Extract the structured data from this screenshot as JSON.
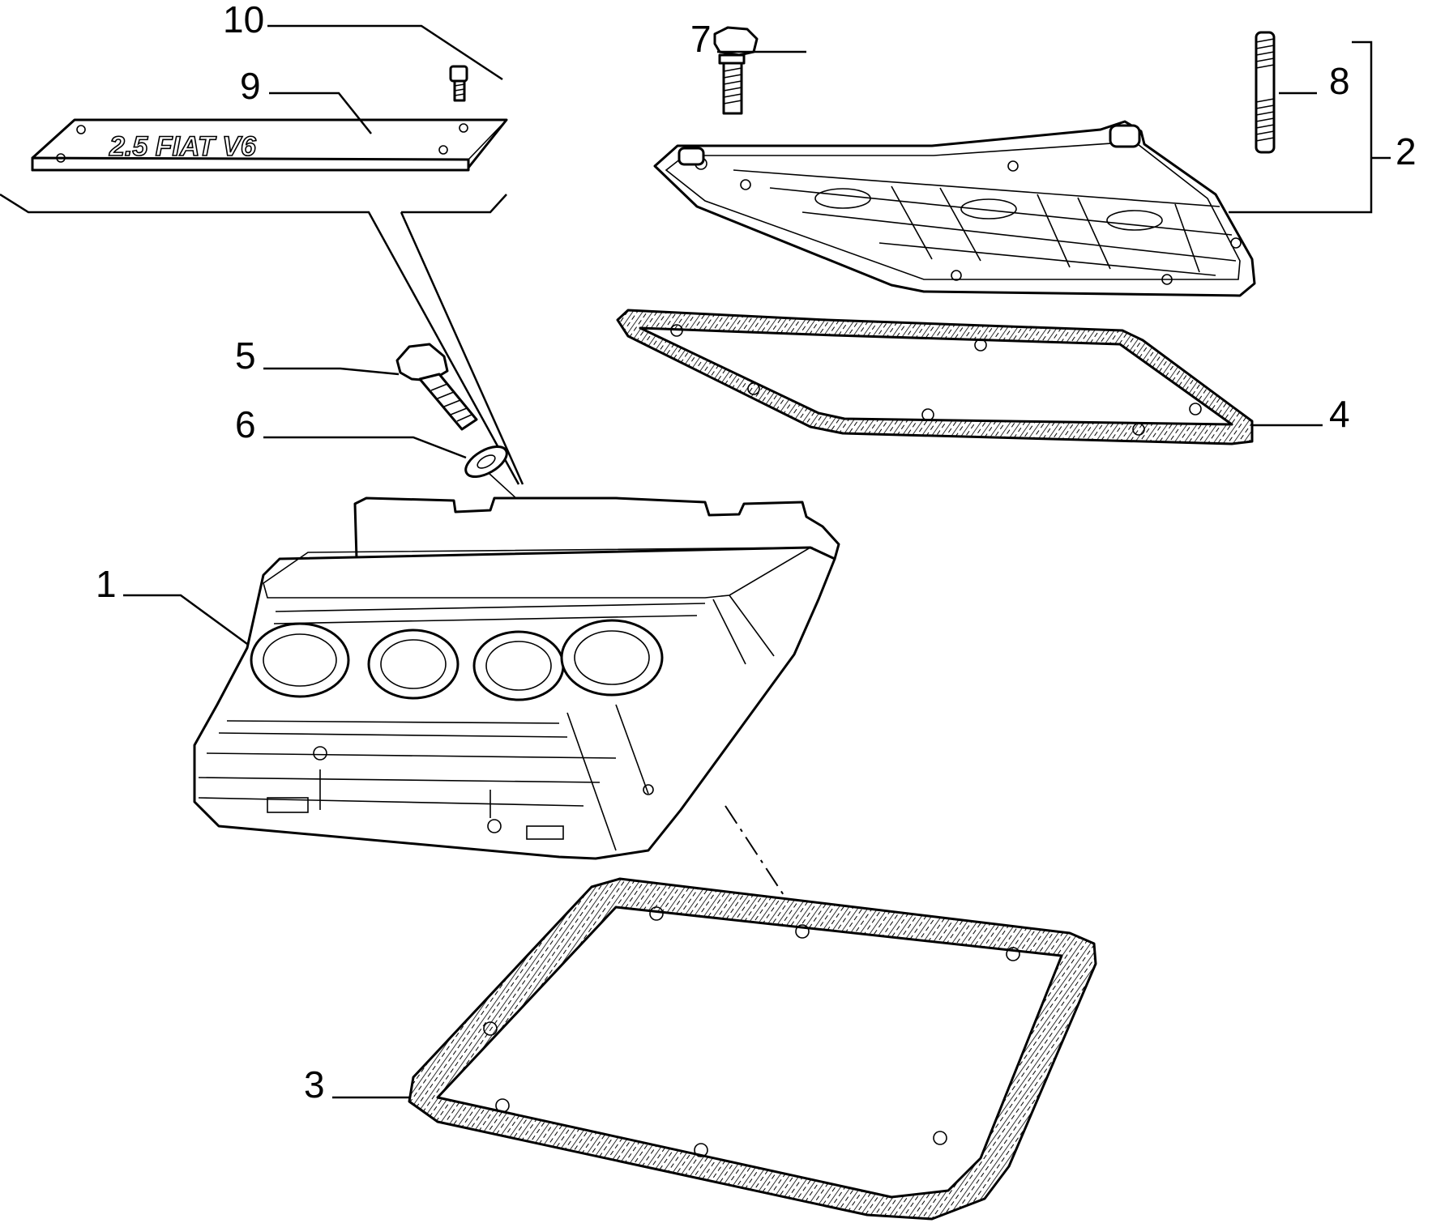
{
  "diagram": {
    "badge_text": "2.5 FIAT V6",
    "callouts": [
      {
        "id": "1",
        "label": "1"
      },
      {
        "id": "2",
        "label": "2"
      },
      {
        "id": "3",
        "label": "3"
      },
      {
        "id": "4",
        "label": "4"
      },
      {
        "id": "5",
        "label": "5"
      },
      {
        "id": "6",
        "label": "6"
      },
      {
        "id": "7",
        "label": "7"
      },
      {
        "id": "8",
        "label": "8"
      },
      {
        "id": "9",
        "label": "9"
      },
      {
        "id": "10",
        "label": "10"
      }
    ],
    "colors": {
      "line": "#000000",
      "background": "#ffffff"
    }
  }
}
